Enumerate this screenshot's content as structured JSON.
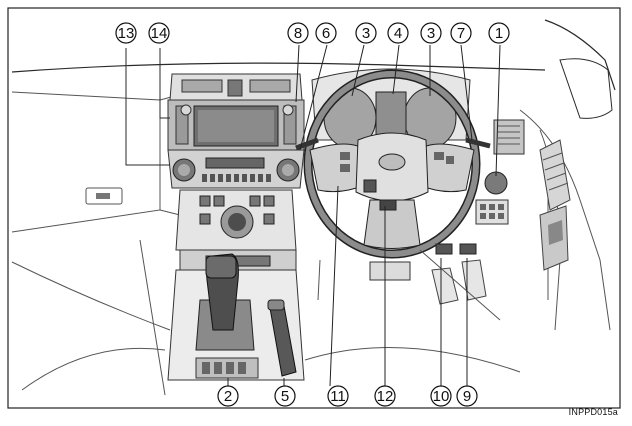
{
  "image_code": "INPPD015a",
  "callouts": [
    {
      "id": "c1",
      "label": "1"
    },
    {
      "id": "c2",
      "label": "2"
    },
    {
      "id": "c3a",
      "label": "3"
    },
    {
      "id": "c3b",
      "label": "3"
    },
    {
      "id": "c4",
      "label": "4"
    },
    {
      "id": "c5",
      "label": "5"
    },
    {
      "id": "c6",
      "label": "6"
    },
    {
      "id": "c7",
      "label": "7"
    },
    {
      "id": "c8",
      "label": "8"
    },
    {
      "id": "c9",
      "label": "9"
    },
    {
      "id": "c10",
      "label": "10"
    },
    {
      "id": "c11",
      "label": "11"
    },
    {
      "id": "c12",
      "label": "12"
    },
    {
      "id": "c13",
      "label": "13"
    },
    {
      "id": "c14",
      "label": "14"
    }
  ]
}
